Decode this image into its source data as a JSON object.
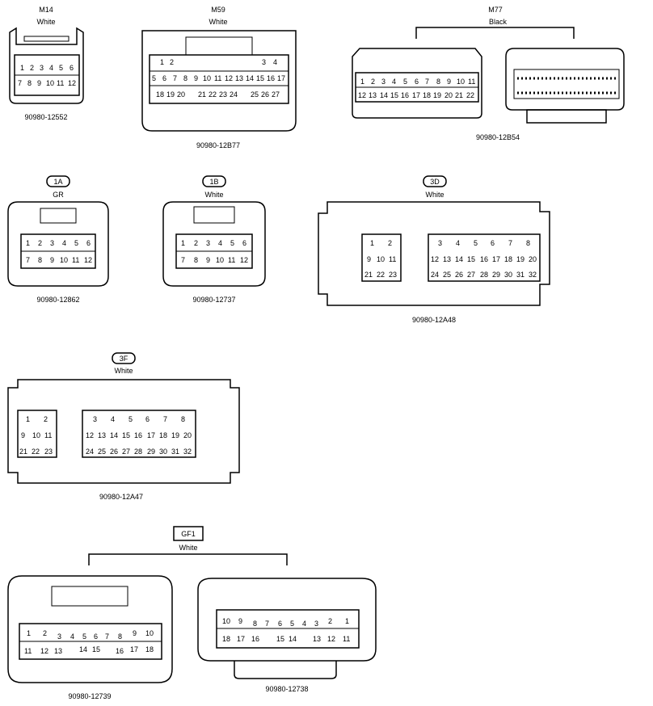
{
  "connectors": {
    "m14": {
      "code": "M14",
      "color": "White",
      "part": "90980-12552",
      "rows": [
        [
          "1",
          "2",
          "3",
          "4",
          "5",
          "6"
        ],
        [
          "7",
          "8",
          "9",
          "10",
          "11",
          "12"
        ]
      ]
    },
    "m59": {
      "code": "M59",
      "color": "White",
      "part": "90980-12B77",
      "rows": [
        [
          "1",
          "2",
          "3",
          "4"
        ],
        [
          "5",
          "6",
          "7",
          "8",
          "9",
          "10",
          "11",
          "12",
          "13",
          "14",
          "15",
          "16",
          "17"
        ],
        [
          "18",
          "19",
          "20",
          "21",
          "22",
          "23",
          "24",
          "25",
          "26",
          "27"
        ]
      ]
    },
    "m77": {
      "code": "M77",
      "color": "Black",
      "part": "90980-12B54",
      "rows": [
        [
          "1",
          "2",
          "3",
          "4",
          "5",
          "6",
          "7",
          "8",
          "9",
          "10",
          "11"
        ],
        [
          "12",
          "13",
          "14",
          "15",
          "16",
          "17",
          "18",
          "19",
          "20",
          "21",
          "22"
        ]
      ]
    },
    "c1a": {
      "code": "1A",
      "color": "GR",
      "part": "90980-12862",
      "rows": [
        [
          "1",
          "2",
          "3",
          "4",
          "5",
          "6"
        ],
        [
          "7",
          "8",
          "9",
          "10",
          "11",
          "12"
        ]
      ]
    },
    "c1b": {
      "code": "1B",
      "color": "White",
      "part": "90980-12737",
      "rows": [
        [
          "1",
          "2",
          "3",
          "4",
          "5",
          "6"
        ],
        [
          "7",
          "8",
          "9",
          "10",
          "11",
          "12"
        ]
      ]
    },
    "c3d": {
      "code": "3D",
      "color": "White",
      "part": "90980-12A48",
      "rows": [
        [
          "1",
          "2",
          "3",
          "4",
          "5",
          "6",
          "7",
          "8"
        ],
        [
          "9",
          "10",
          "11",
          "12",
          "13",
          "14",
          "15",
          "16",
          "17",
          "18",
          "19",
          "20"
        ],
        [
          "21",
          "22",
          "23",
          "24",
          "25",
          "26",
          "27",
          "28",
          "29",
          "30",
          "31",
          "32"
        ]
      ]
    },
    "c3f": {
      "code": "3F",
      "color": "White",
      "part": "90980-12A47",
      "rows": [
        [
          "1",
          "2",
          "3",
          "4",
          "5",
          "6",
          "7",
          "8"
        ],
        [
          "9",
          "10",
          "11",
          "12",
          "13",
          "14",
          "15",
          "16",
          "17",
          "18",
          "19",
          "20"
        ],
        [
          "21",
          "22",
          "23",
          "24",
          "25",
          "26",
          "27",
          "28",
          "29",
          "30",
          "31",
          "32"
        ]
      ]
    },
    "gf1": {
      "code": "GF1",
      "color": "White",
      "part_left": "90980-12739",
      "part_right": "90980-12738",
      "left_rows": [
        [
          "1",
          "2",
          "3",
          "4",
          "5",
          "6",
          "7",
          "8",
          "9",
          "10"
        ],
        [
          "11",
          "12",
          "13",
          "14",
          "15",
          "16",
          "17",
          "18"
        ]
      ],
      "right_rows": [
        [
          "10",
          "9",
          "8",
          "7",
          "6",
          "5",
          "4",
          "3",
          "2",
          "1"
        ],
        [
          "18",
          "17",
          "16",
          "15",
          "14",
          "13",
          "12",
          "11"
        ]
      ]
    }
  }
}
